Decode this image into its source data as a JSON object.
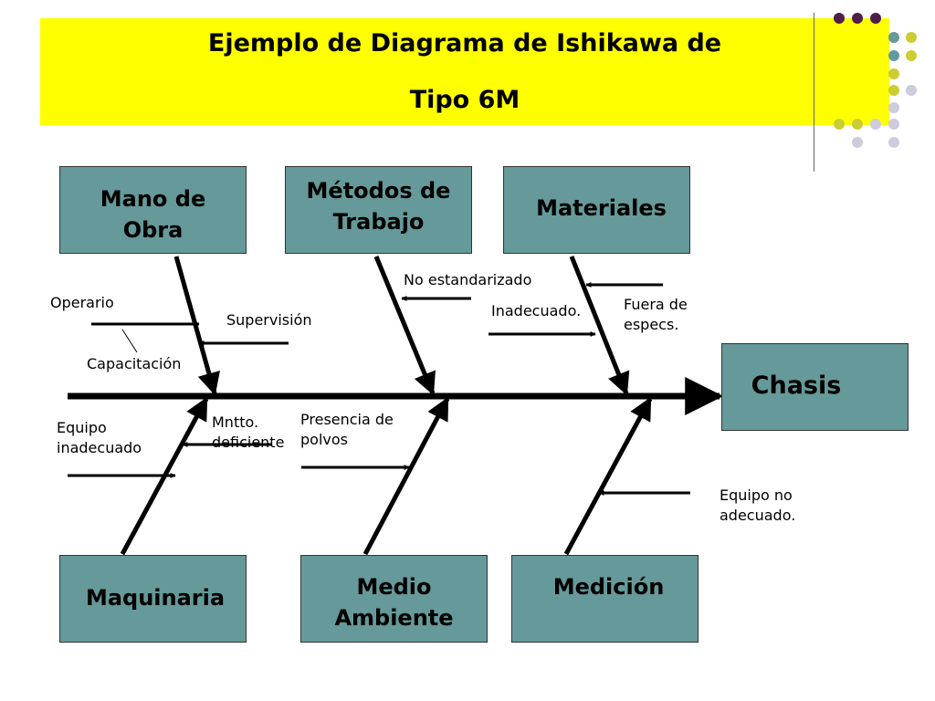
{
  "title": {
    "line1": "Ejemplo de Diagrama de Ishikawa de",
    "line2": "Tipo 6M"
  },
  "effect": "Chasis",
  "categories": {
    "mano_de_obra": {
      "line1": "Mano de",
      "line2": "Obra"
    },
    "metodos": {
      "line1": "Métodos de",
      "line2": "Trabajo"
    },
    "materiales": "Materiales",
    "maquinaria": "Maquinaria",
    "medio_ambiente": {
      "line1": "Medio",
      "line2": "Ambiente"
    },
    "medicion": "Medición"
  },
  "causes": {
    "operario": "Operario",
    "supervision": "Supervisión",
    "capacitacion": "Capacitación",
    "no_estandarizado": "No estandarizado",
    "inadecuado": "Inadecuado.",
    "fuera_de_especs": {
      "line1": "Fuera de",
      "line2": "especs."
    },
    "equipo_inadecuado": {
      "line1": "Equipo",
      "line2": "inadecuado"
    },
    "mntto_deficiente": {
      "line1": "Mntto.",
      "line2": "deficiente"
    },
    "presencia_de_polvos": {
      "line1": "Presencia de",
      "line2": "polvos"
    },
    "equipo_no_adecuado": {
      "line1": "Equipo no",
      "line2": "adecuado."
    }
  },
  "colors": {
    "title_bg": "#ffff00",
    "box_fill": "#669999",
    "deco_purple": "#4d1f4d",
    "deco_teal": "#669999",
    "deco_yellow": "#cccc33",
    "deco_lavender": "#ccccdd"
  }
}
